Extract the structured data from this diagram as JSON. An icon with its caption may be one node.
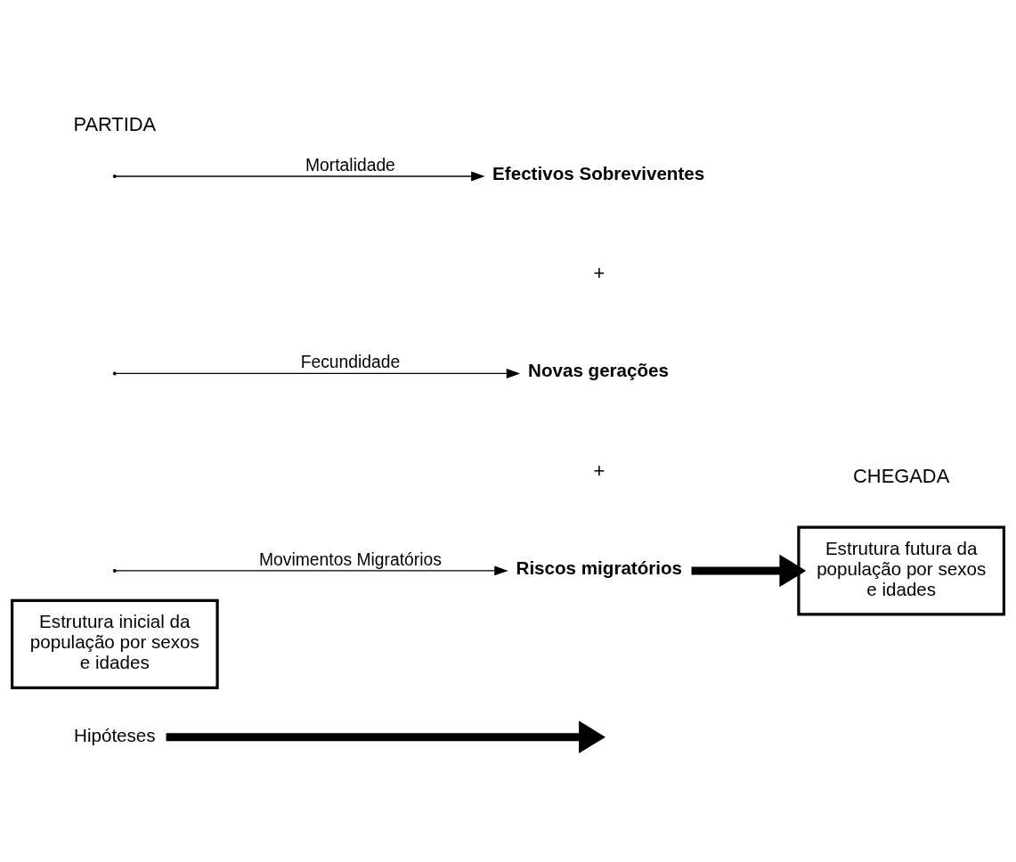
{
  "diagram": {
    "nodes": [
      {
        "text": [
          "Hipóteses"
        ]
      },
      {
        "text": [
          "Estrutura inicial da população por sexos e idades"
        ]
      },
      {
        "text": [
          "Efectivos Sobreviventes"
        ]
      },
      {
        "text": [
          "Novas gerações"
        ]
      },
      {
        "text": [
          "Riscos migratórios"
        ]
      },
      {
        "text": [
          "Estrutura futura da população por sexos e idades"
        ]
      }
    ],
    "edges": [
      {
        "from": 0,
        "to": null,
        "arrow": "to",
        "style": "thick"
      },
      {
        "from": null,
        "to": 2,
        "arrow": "to",
        "label": "Mortalidade"
      },
      {
        "from": null,
        "to": 3,
        "arrow": "to",
        "label": "Fecundidade"
      },
      {
        "from": null,
        "to": 4,
        "arrow": "to",
        "label": "Movimentos Migratórios"
      },
      {
        "from": 4,
        "to": 5,
        "arrow": "to",
        "style": "thick"
      }
    ],
    "labels": [
      "PARTIDA",
      "+",
      "+",
      "CHEGADA"
    ]
  }
}
